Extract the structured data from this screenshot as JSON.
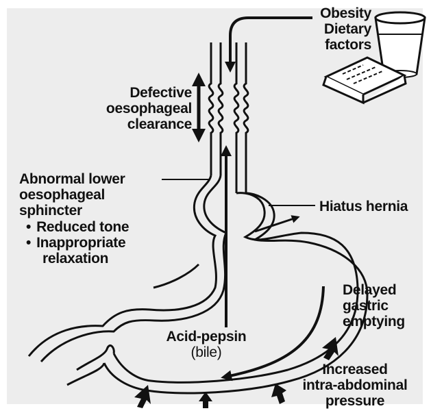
{
  "labels": {
    "risk_factors": [
      "Obesity",
      "Dietary",
      "factors"
    ],
    "clearance": [
      "Defective",
      "oesophageal",
      "clearance"
    ],
    "sphincter": [
      "Abnormal lower",
      "oesophageal",
      "sphincter"
    ],
    "sphincter_points": [
      "Reduced tone",
      "Inappropriate"
    ],
    "sphincter_points_cont": "relaxation",
    "hernia": "Hiatus hernia",
    "emptying": [
      "Delayed",
      "gastric",
      "emptying"
    ],
    "acid": [
      "Acid-pepsin",
      "(bile)"
    ],
    "pressure": [
      "Increased",
      "intra-abdominal",
      "pressure"
    ]
  },
  "icons": [
    "glass-of-water-icon",
    "food-packet-icon",
    "wavy-spasm-icon",
    "double-arrow-icon",
    "pressure-arrow-icon"
  ],
  "colors": {
    "ink": "#111111",
    "background": "#ededed",
    "glass": "#ffffff"
  }
}
